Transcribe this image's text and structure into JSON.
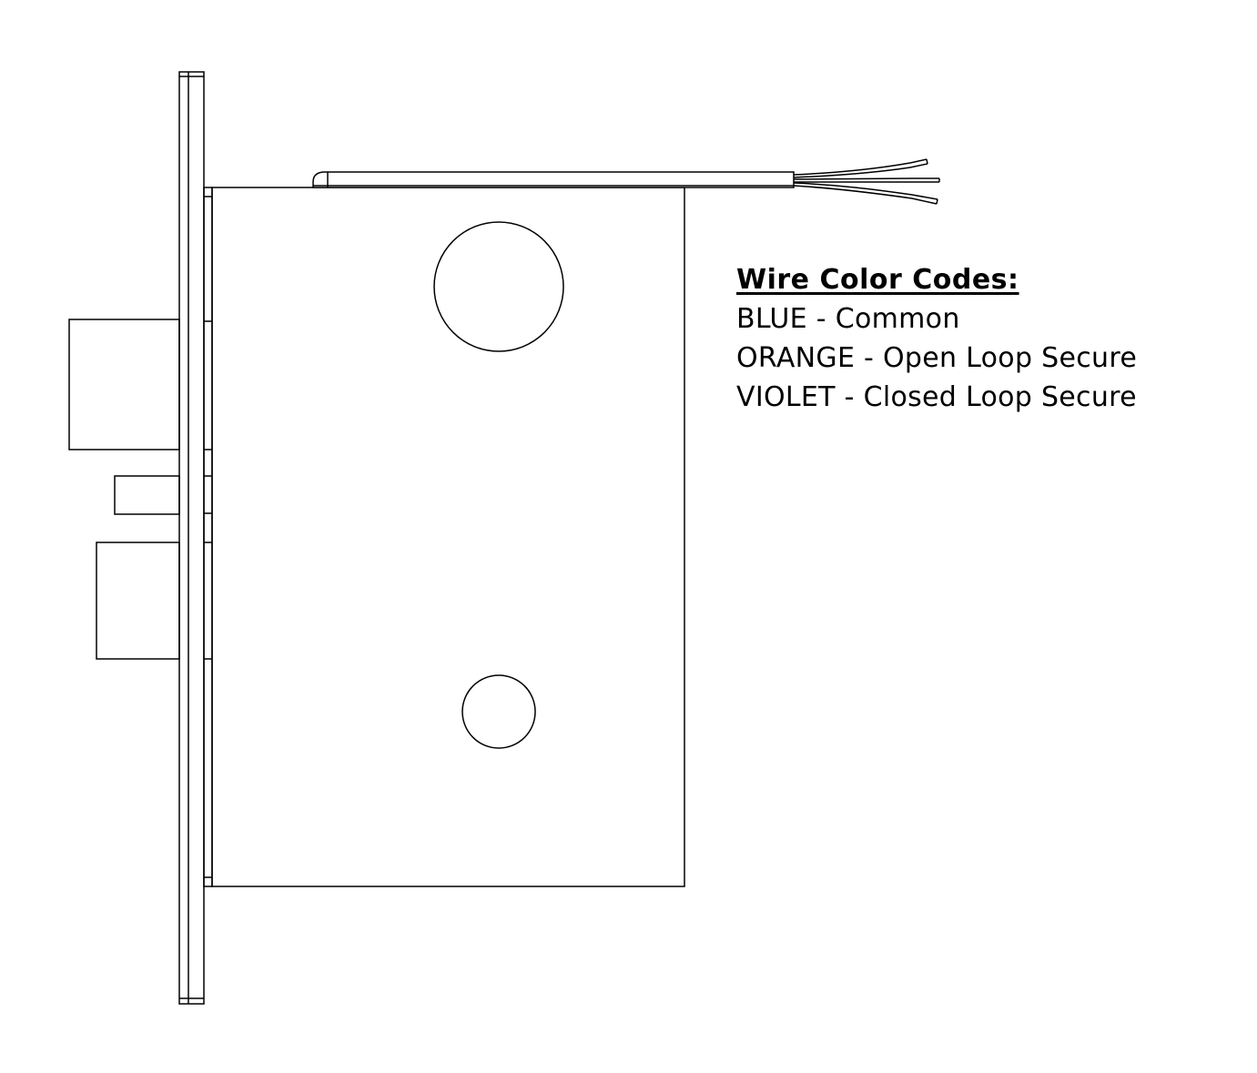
{
  "legend": {
    "title": "Wire Color Codes:",
    "entries": [
      "BLUE - Common",
      "ORANGE - Open Loop Secure",
      "VIOLET - Closed Loop Secure"
    ]
  },
  "colors": {
    "line": "#000000",
    "background": "#ffffff"
  }
}
